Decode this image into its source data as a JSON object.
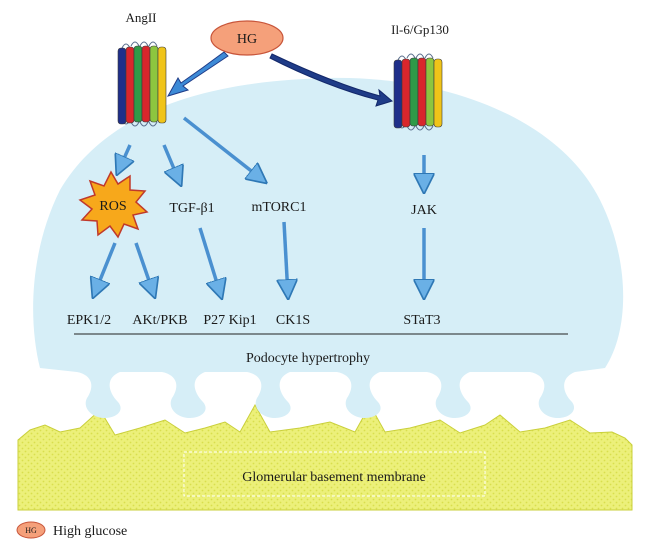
{
  "colors": {
    "cell_fill": "#d6eef7",
    "membrane_fill": "#ecf07a",
    "membrane_stroke": "#c9cf3a",
    "arrow_fill": "#6ab0e6",
    "arrow_stroke": "#2f78b5",
    "big_arrow": "#1f3c88",
    "hg_fill": "#f5a07a",
    "hg_stroke": "#c8553a",
    "ros_fill": "#f7a81b",
    "ros_stroke": "#c0392b",
    "receptor_stripes": [
      "#1f2f8a",
      "#d9262c",
      "#2f9a48",
      "#d9262c",
      "#8dc63f",
      "#f0c419"
    ]
  },
  "receptors": {
    "left": {
      "label": "AngII"
    },
    "right": {
      "label": "Il-6/Gp130"
    }
  },
  "stimulus": {
    "label": "HG"
  },
  "nodes": {
    "ros": "ROS",
    "tgf": "TGF-β1",
    "mtorc1": "mTORC1",
    "jak": "JAK"
  },
  "outputs": {
    "epk": "EPK1/2",
    "akt": "AKt/PKB",
    "p27": "P27 Kip1",
    "ck1s": "CK1S",
    "stat3": "STaT3"
  },
  "outcome": "Podocyte hypertrophy",
  "membrane": "Glomerular basement membrane",
  "legend": {
    "symbol": "HG",
    "label": "High glucose"
  }
}
